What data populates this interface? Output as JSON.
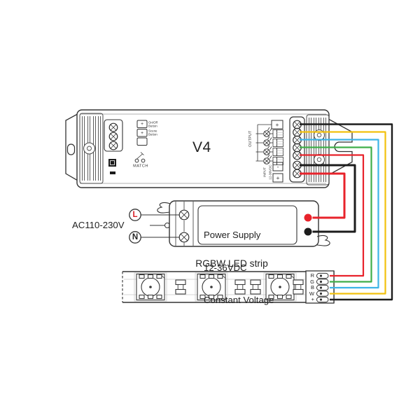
{
  "controller": {
    "model_label": "V4",
    "buttons": [
      {
        "glyph": "+",
        "label": "On/Off Button"
      },
      {
        "glyph": "+",
        "label": "Scene Button"
      },
      {
        "glyph": "",
        "label": ""
      }
    ],
    "match_label": "MATCH",
    "output": {
      "section_label": "OUTPUT",
      "common_plus": "+"
    },
    "input": {
      "label_line1": "INPUT",
      "label_line2": "12-36VDC",
      "minus": "-",
      "plus": "+"
    }
  },
  "power_supply": {
    "lines": [
      "Power Supply",
      "12-36VDC",
      "Constant Voltage"
    ],
    "ac_label": "AC110-230V",
    "live_label": "L",
    "neutral_label": "N"
  },
  "led_strip": {
    "title": "RGBW LED strip",
    "terminals": [
      "R",
      "G",
      "B",
      "W",
      "+"
    ]
  },
  "colors": {
    "red": "#e8232b",
    "green": "#3fae49",
    "blue": "#3db4e6",
    "yellow": "#f2c10e",
    "black": "#1c1c1c",
    "live_red": "#d81f26"
  }
}
